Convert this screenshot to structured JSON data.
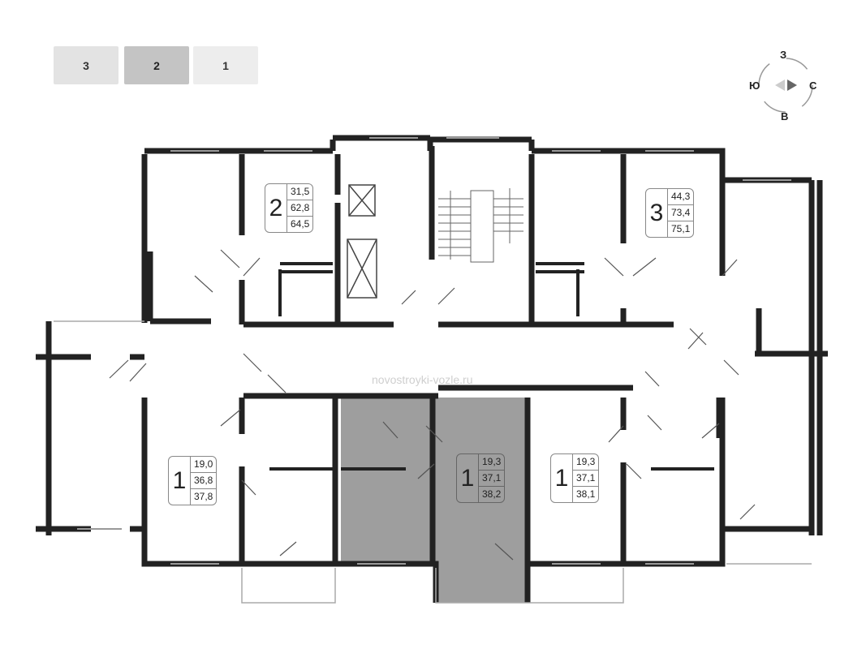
{
  "floor_tabs": [
    {
      "label": "3",
      "selected": false
    },
    {
      "label": "2",
      "selected": true
    },
    {
      "label": "1",
      "selected": false
    }
  ],
  "compass": {
    "north": "З",
    "south": "В",
    "west": "Ю",
    "east": "С"
  },
  "apartments": [
    {
      "rooms": "2",
      "areas": [
        "31,5",
        "62,8",
        "64,5"
      ],
      "selected": false
    },
    {
      "rooms": "3",
      "areas": [
        "44,3",
        "73,4",
        "75,1"
      ],
      "selected": false
    },
    {
      "rooms": "1",
      "areas": [
        "19,0",
        "36,8",
        "37,8"
      ],
      "selected": false
    },
    {
      "rooms": "1",
      "areas": [
        "19,3",
        "37,1",
        "38,2"
      ],
      "selected": true
    },
    {
      "rooms": "1",
      "areas": [
        "19,3",
        "37,1",
        "38,1"
      ],
      "selected": false
    }
  ],
  "watermark": "novostroyki-vozle.ru",
  "colors": {
    "wall": "#222222",
    "selected_fill": "#9e9e9e",
    "tab_selected": "#c4c4c4"
  }
}
